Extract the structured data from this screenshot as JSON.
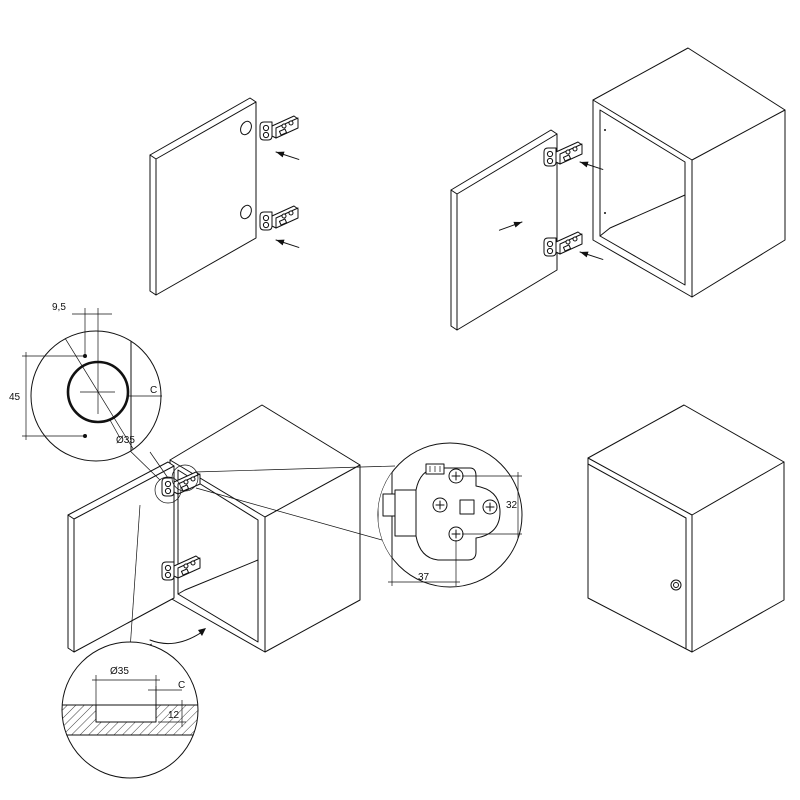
{
  "labels": {
    "dim_9_5": "9,5",
    "dim_45": "45",
    "dim_c_top": "C",
    "dim_d35_top": "Ø35",
    "dim_32": "32",
    "dim_37": "37",
    "dim_d35_bottom": "Ø35",
    "dim_c_bottom": "C",
    "dim_12": "12"
  },
  "colors": {
    "line": "#111111",
    "background": "#ffffff"
  },
  "icons": [
    "hinge-icon",
    "screw-icon",
    "arrow-icon",
    "knob-icon"
  ]
}
